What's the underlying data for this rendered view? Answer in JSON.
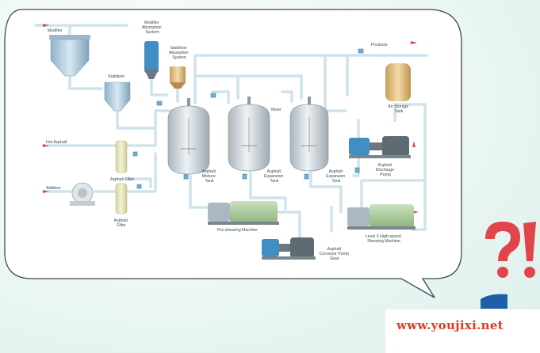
{
  "labels": {
    "modifier": "Modifier",
    "modifier_absorption": [
      "Modifier",
      "Absorption",
      "System"
    ],
    "stabilizer": "Stabilizer",
    "stabilizer_absorption": [
      "Stabilizer",
      "Absorption",
      "System"
    ],
    "products": "Products",
    "mixer": "Mixer",
    "air_storage_tank": [
      "Air Storage",
      "Tank"
    ],
    "hot_asphalt": "Hot Asphalt",
    "additive": "Additive",
    "asphalt_filter_1": [
      "Asphalt Filter"
    ],
    "asphalt_filter_2": [
      "Asphalt",
      "Filter"
    ],
    "asphalt_mixture_tank": [
      "Asphalt",
      "Mixture",
      "Tank"
    ],
    "asphalt_expansion_tank_1": [
      "Asphalt",
      "Expansion",
      "Tank"
    ],
    "asphalt_expansion_tank_2": [
      "Asphalt",
      "Expansion",
      "Tank"
    ],
    "asphalt_discharge_pump": [
      "Asphalt",
      "Discharge",
      "Pump"
    ],
    "pre_shearing_machine": "Pre-shearing Machine",
    "level3_shearing_machine": [
      "Level 3 High-speed",
      "Shearing Machine"
    ],
    "asphalt_conveyor_pump": [
      "Asphalt",
      "Conveyor Pump",
      "Gear"
    ]
  },
  "watermark": "www.youjixi.net",
  "colors": {
    "bubble_border": "#3b4a52",
    "pipe": "#cfe3ec",
    "tank_steel": "#c9d2d8",
    "pump_blue": "#3f8fc2",
    "shear_green": "#a8c99a",
    "filter_beige": "#e6e3b8",
    "air_tank": "#e8c98a",
    "exclaim_red": "#e2444b",
    "watermark_red": "#e03a1e"
  }
}
